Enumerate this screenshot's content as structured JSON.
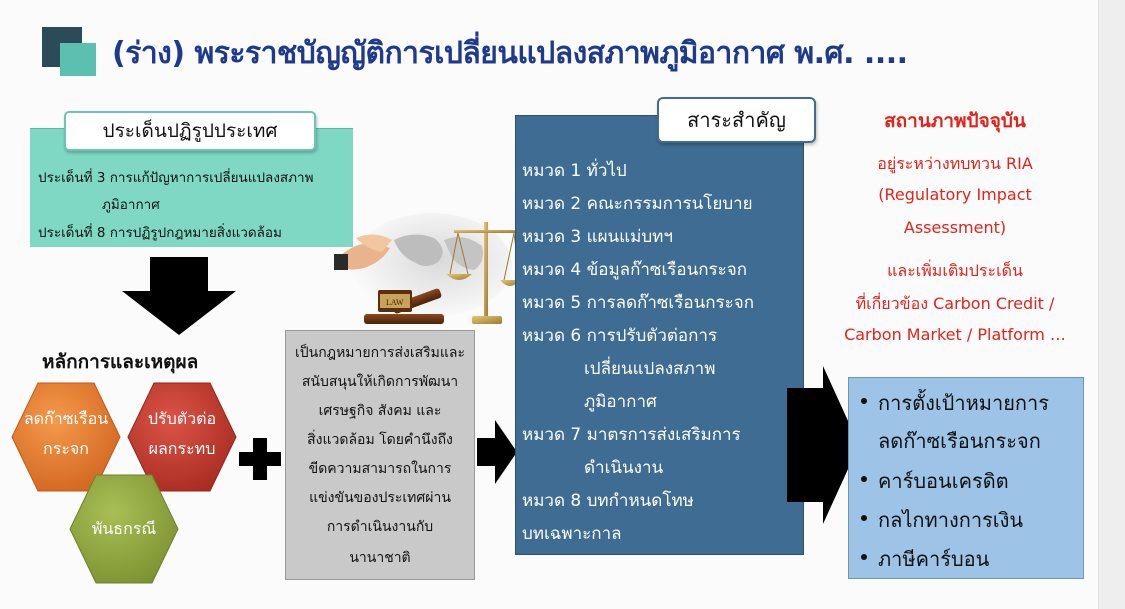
{
  "title": "(ร่าง) พระราชบัญญัติการเปลี่ยนแปลงสภาพภูมิอากาศ พ.ศ. ....",
  "reform_issues": {
    "header": "ประเด็นปฏิรูปประเทศ",
    "lines": [
      "ประเด็นที่ 3 การแก้ปัญหาการเปลี่ยนแปลงสภาพ",
      "ภูมิอากาศ",
      "ประเด็นที่ 8 การปฏิรูปกฎหมายสิ่งแวดล้อม"
    ]
  },
  "principles": {
    "title": "หลักการและเหตุผล",
    "hex1": [
      "ลดก๊าซเรือน",
      "กระจก"
    ],
    "hex2": [
      "ปรับตัวต่อ",
      "ผลกระทบ"
    ],
    "hex3": "พันธกรณี"
  },
  "purpose": {
    "lines": [
      "เป็นกฎหมายการส่งเสริมและ",
      "สนับสนุนให้เกิดการพัฒนา",
      "เศรษฐกิจ สังคม และ",
      "สิ่งแวดล้อม โดยคำนึงถึง",
      "ขีดความสามารถในการ",
      "แข่งขันของประเทศผ่าน",
      "การดำเนินงานกับ",
      "นานาชาติ"
    ]
  },
  "essence": {
    "header": "สาระสำคัญ",
    "lines": [
      "หมวด 1 ทั่วไป",
      "หมวด 2 คณะกรรมการนโยบาย",
      "หมวด 3 แผนแม่บทฯ",
      "หมวด 4 ข้อมูลก๊าซเรือนกระจก",
      "หมวด 5 การลดก๊าซเรือนกระจก",
      "หมวด 6 การปรับตัวต่อการ",
      "เปลี่ยนแปลงสภาพ",
      "ภูมิอากาศ",
      "หมวด 7 มาตรการส่งเสริมการ",
      "ดำเนินงาน",
      "หมวด 8 บทกำหนดโทษ",
      "บทเฉพาะกาล"
    ]
  },
  "status": {
    "title": "สถานภาพปัจจุบัน",
    "lines": [
      "อยู่ระหว่างทบทวน RIA",
      "(Regulatory Impact",
      "Assessment)",
      "และเพิ่มเติมประเด็น",
      "ที่เกี่ยวข้อง Carbon Credit /",
      "Carbon Market / Platform …"
    ]
  },
  "targets": {
    "line1": "การตั้งเป้าหมายการ",
    "line1b": "ลดก๊าซเรือนกระจก",
    "line2": "คาร์บอนเครดิต",
    "line3": "กลไกทางการเงิน",
    "line4": "ภาษีคาร์บอน"
  },
  "colors": {
    "title": "#1e3a8c",
    "reform_box": "#7ed8c4",
    "essence_box": "#3e6c92",
    "status_text": "#e2231a",
    "targets_box": "#9dc3e6",
    "hex_orange": "#e8752a",
    "hex_red": "#c0372b",
    "hex_olive": "#8ea63c"
  }
}
